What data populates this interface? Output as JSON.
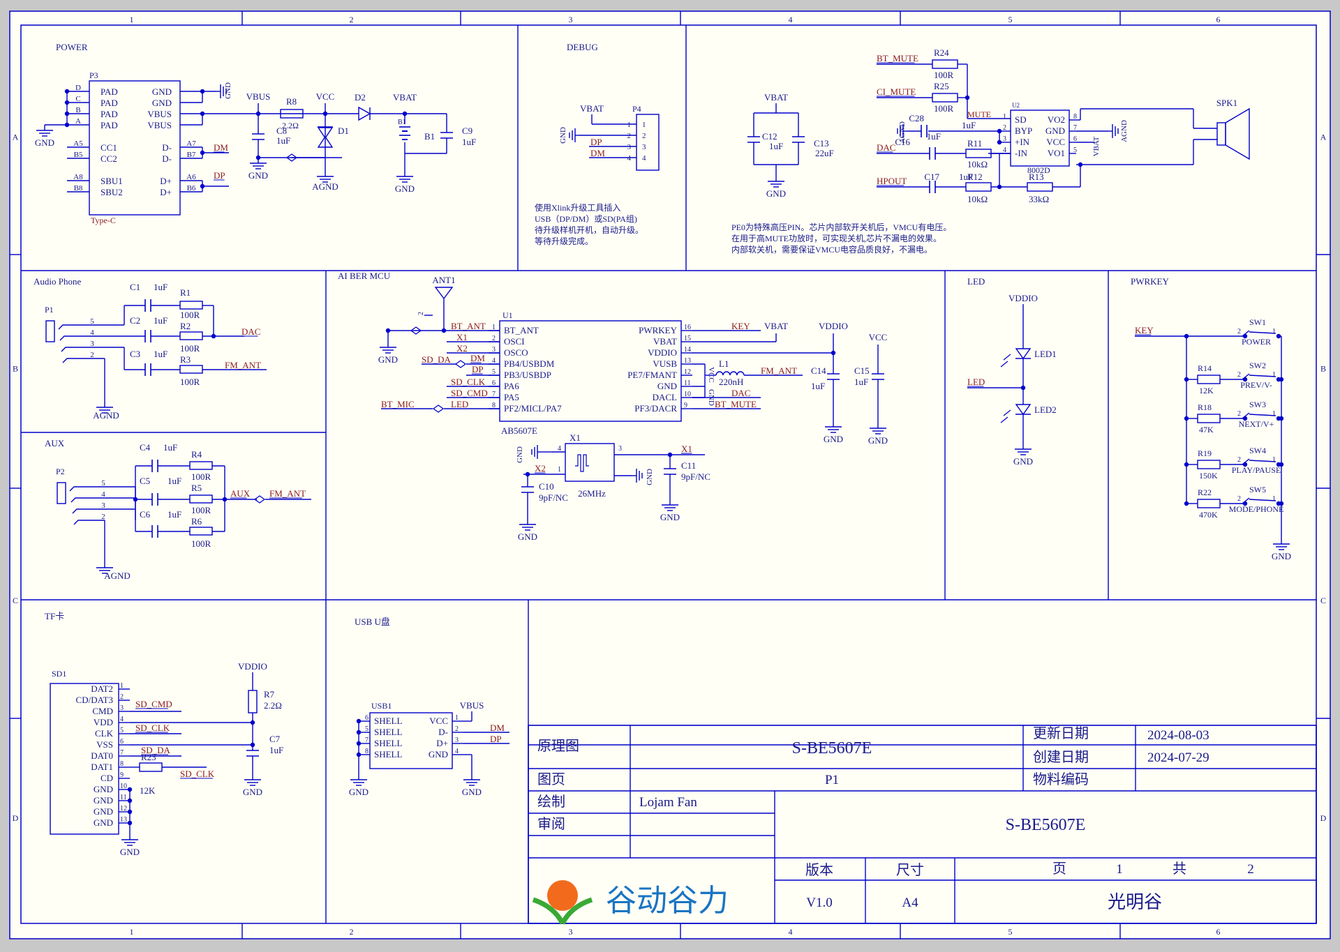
{
  "colors": {
    "wire": "#0000cc",
    "text": "#1a1a8c",
    "net": "#8b1a1a",
    "paper": "#fffff6",
    "logo_orange": "#f26b1d",
    "logo_green": "#3aa935",
    "logo_blue": "#1a74c4"
  },
  "border": {
    "cols": [
      "1",
      "2",
      "3",
      "4",
      "5",
      "6"
    ],
    "rows": [
      "A",
      "B",
      "C",
      "D"
    ]
  },
  "sections": {
    "power": "POWER",
    "debug": "DEBUG",
    "audio_phone": "Audio Phone",
    "mcu": "AI BER MCU",
    "led": "LED",
    "pwrkey": "PWRKEY",
    "aux": "AUX",
    "tf": "TF卡",
    "usb": "USB U盘"
  },
  "power": {
    "connector_ref": "P3",
    "connector_type": "Type-C",
    "pins_left": [
      [
        "D",
        "PAD"
      ],
      [
        "C",
        "PAD"
      ],
      [
        "B",
        "PAD"
      ],
      [
        "A",
        "PAD"
      ],
      [
        "A5",
        "CC1"
      ],
      [
        "B5",
        "CC2"
      ],
      [
        "A8",
        "SBU1"
      ],
      [
        "B8",
        "SBU2"
      ]
    ],
    "pins_right": [
      [
        "",
        "GND"
      ],
      [
        "",
        "GND"
      ],
      [
        "",
        "VBUS"
      ],
      [
        "",
        "VBUS"
      ],
      [
        "A7",
        "D-"
      ],
      [
        "B7",
        "D-"
      ],
      [
        "A6",
        "D+"
      ],
      [
        "B6",
        "D+"
      ]
    ],
    "gnd": "GND",
    "vbus": "VBUS",
    "r8": "R8",
    "r8_val": "2.2Ω",
    "c8": "C8",
    "c8_val": "1uF",
    "vcc": "VCC",
    "d1": "D1",
    "d2": "D2",
    "agnd": "AGND",
    "vbat": "VBAT",
    "b1": "B1",
    "c9": "C9",
    "c9_val": "1uF",
    "dm": "DM",
    "dp": "DP"
  },
  "debug": {
    "ref": "P4",
    "vbat": "VBAT",
    "gnd": "GND",
    "dp": "DP",
    "dm": "DM",
    "pins": [
      "1",
      "2",
      "3",
      "4"
    ],
    "note": [
      "使用Xlink升级工具插入",
      "USB（DP/DM）或SD(PA组)",
      "待升级样机开机，自动升级。",
      "等待升级完成。"
    ]
  },
  "amp": {
    "vbat": "VBAT",
    "c12": "C12",
    "c12_val": "1uF",
    "c13": "C13",
    "c13_val": "22uF",
    "gnd": "GND",
    "bt_mute": "BT_MUTE",
    "ci_mute": "CI_MUTE",
    "r24": "R24",
    "r24_val": "100R",
    "r25": "R25",
    "r25_val": "100R",
    "mute": "MUTE",
    "agnd": "AGND",
    "c16": "C16",
    "c28": "C28",
    "c28_val": "1uF",
    "c16_val": "1uF",
    "dac": "DAC",
    "r11": "R11",
    "r11_val": "10kΩ",
    "hpout": "HPOUT",
    "c17": "C17",
    "c17_val": "1uF",
    "r12": "R12",
    "r12_val": "10kΩ",
    "r13": "R13",
    "r13_val": "33kΩ",
    "u2": "U2",
    "u2_part": "8002D",
    "u2_left": [
      "SD",
      "BYP",
      "+IN",
      "-IN"
    ],
    "u2_right": [
      "VO2",
      "GND",
      "VCC",
      "VO1"
    ],
    "u2_lpins": [
      "1",
      "2",
      "3",
      "4"
    ],
    "u2_rpins": [
      "8",
      "7",
      "6",
      "5"
    ],
    "spk": "SPK1",
    "note": [
      "PE0为特殊高压PIN。芯片内部软开关机后，VMCU有电压。",
      "在用于高MUTE功放时，可实现关机,芯片不漏电的效果。",
      "内部软关机，需要保证VMCU电容品质良好，不漏电。"
    ]
  },
  "audio_phone": {
    "p1": "P1",
    "c1": "C1",
    "c2": "C2",
    "c3": "C3",
    "cval": "1uF",
    "r1": "R1",
    "r2": "R2",
    "r3": "R3",
    "rval": "100R",
    "dac": "DAC",
    "fm_ant": "FM_ANT",
    "agnd": "AGND",
    "pins": [
      "5",
      "4",
      "3",
      "2"
    ]
  },
  "aux": {
    "p2": "P2",
    "c4": "C4",
    "c5": "C5",
    "c6": "C6",
    "cval": "1uF",
    "r4": "R4",
    "r5": "R5",
    "r6": "R6",
    "rval": "100R",
    "aux": "AUX",
    "fm_ant": "FM_ANT",
    "agnd": "AGND",
    "pins": [
      "5",
      "4",
      "3",
      "2"
    ]
  },
  "mcu": {
    "ant": "ANT1",
    "u1": "U1",
    "part": "AB5607E",
    "gnd": "GND",
    "left_nets": [
      "BT_ANT",
      "X1",
      "X2",
      "SD_DA",
      "SD_CLK",
      "SD_CMD",
      "LED"
    ],
    "left_pins": [
      [
        "1",
        "BT_ANT"
      ],
      [
        "2",
        "OSCI"
      ],
      [
        "3",
        "OSCO"
      ],
      [
        "4",
        "PB4/USBDM"
      ],
      [
        "5",
        "PB3/USBDP"
      ],
      [
        "6",
        "PA6"
      ],
      [
        "7",
        "PA5"
      ],
      [
        "8",
        "PF2/MICL/PA7"
      ]
    ],
    "right_pins": [
      [
        "16",
        "PWRKEY"
      ],
      [
        "15",
        "VBAT"
      ],
      [
        "14",
        "VDDIO"
      ],
      [
        "13",
        "VUSB"
      ],
      [
        "12",
        "PE7/FMANT"
      ],
      [
        "11",
        "GND"
      ],
      [
        "10",
        "DACL"
      ],
      [
        "9",
        "PF3/DACR"
      ]
    ],
    "dm": "DM",
    "dp": "DP",
    "bt_mic": "BT_MIC",
    "key": "KEY",
    "vbat": "VBAT",
    "vddio": "VDDIO",
    "vcc": "VCC",
    "l1": "L1",
    "l1_val": "220nH",
    "fm_ant": "FM_ANT",
    "dac": "DAC",
    "bt_mute": "BT_MUTE",
    "c14": "C14",
    "c14_val": "1uF",
    "c15": "C15",
    "c15_val": "1uF",
    "x1": "X1",
    "x1_val": "26MHz",
    "c10": "C10",
    "c10_val": "9pF/NC",
    "c11": "C11",
    "c11_val": "9pF/NC",
    "x1net": "X1",
    "x2net": "X2"
  },
  "led": {
    "vddio": "VDDIO",
    "led1": "LED1",
    "led2": "LED2",
    "net": "LED",
    "gnd": "GND"
  },
  "pwrkey": {
    "key": "KEY",
    "gnd": "GND",
    "switches": [
      [
        "SW1",
        "POWER"
      ],
      [
        "SW2",
        "PREV/V-"
      ],
      [
        "SW3",
        "NEXT/V+"
      ],
      [
        "SW4",
        "PLAY/PAUSE"
      ],
      [
        "SW5",
        "MODE/PHONE"
      ]
    ],
    "res": [
      [
        "R14",
        "12K"
      ],
      [
        "R18",
        "47K"
      ],
      [
        "R19",
        "150K"
      ],
      [
        "R22",
        "470K"
      ]
    ]
  },
  "tf": {
    "sd1": "SD1",
    "pins": [
      "DAT2",
      "CD/DAT3",
      "CMD",
      "VDD",
      "CLK",
      "VSS",
      "DAT0",
      "DAT1",
      "CD",
      "GND",
      "GND",
      "GND",
      "GND"
    ],
    "nums": [
      "1",
      "2",
      "3",
      "4",
      "5",
      "6",
      "7",
      "8",
      "9",
      "10",
      "11",
      "12",
      "13"
    ],
    "sd_cmd": "SD_CMD",
    "sd_clk": "SD_CLK",
    "sd_da": "SD_DA",
    "r23": "R23",
    "r23_val": "12K",
    "vddio": "VDDIO",
    "r7": "R7",
    "r7_val": "2.2Ω",
    "c7": "C7",
    "c7_val": "1uF",
    "gnd": "GND"
  },
  "usb": {
    "ref": "USB1",
    "left": [
      "SHELL",
      "SHELL",
      "SHELL",
      "SHELL"
    ],
    "lnums": [
      "6",
      "5",
      "7",
      "8"
    ],
    "right": [
      "VCC",
      "D-",
      "D+",
      "GND"
    ],
    "rnums": [
      "1",
      "2",
      "3",
      "4"
    ],
    "vbus": "VBUS",
    "dm": "DM",
    "dp": "DP",
    "gnd": "GND"
  },
  "title_block": {
    "schematic_label": "原理图",
    "schematic_name": "S-BE5607E",
    "update_label": "更新日期",
    "update_date": "2024-08-03",
    "create_label": "创建日期",
    "create_date": "2024-07-29",
    "page_label": "图页",
    "page_value": "P1",
    "material_label": "物料编码",
    "drawn_label": "绘制",
    "drawn_value": "Lojam Fan",
    "review_label": "审阅",
    "project": "S-BE5607E",
    "version_label": "版本",
    "size_label": "尺寸",
    "page_word": "页",
    "page_num": "1",
    "total_word": "共",
    "total_num": "2",
    "version": "V1.0",
    "size": "A4",
    "company_logo_text": "谷动谷力",
    "company": "光明谷"
  }
}
